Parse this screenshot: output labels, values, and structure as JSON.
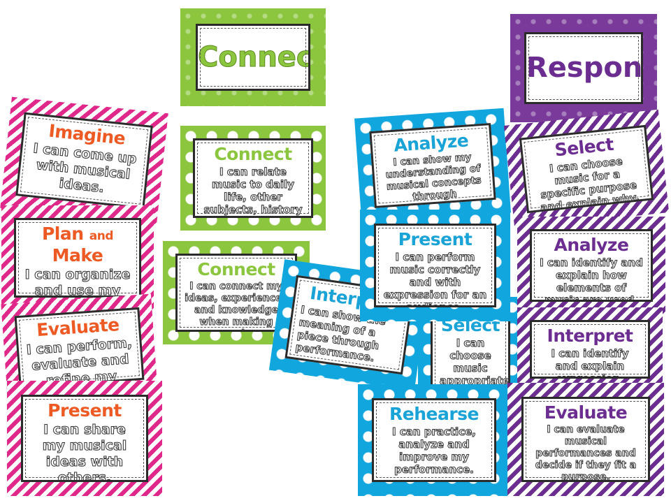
{
  "headers": {
    "connect": "Connect",
    "respond": "Respond"
  },
  "cards": {
    "imagine": {
      "title": "Imagine",
      "body": "I can come up with musical ideas."
    },
    "plan_make": {
      "title_a": "Plan",
      "title_b": "and",
      "title_c": "Make",
      "body": "I can organize and use my artistic ideas."
    },
    "evaluate_pink": {
      "title": "Evaluate",
      "body": "I can perform, evaluate and refine my artistic"
    },
    "present_pink": {
      "title": "Present",
      "body": "I can share my musical ideas with others."
    },
    "connect_1": {
      "title": "Connect",
      "body": "I can relate music to daily life, other subjects, history and cultures."
    },
    "connect_2": {
      "title": "Connect",
      "body": "I can connect my ideas, experiences and knowledge when making music."
    },
    "interpret_blue": {
      "title": "Interp",
      "body": "I can show the meaning of a piece through performance."
    },
    "analyze_blue": {
      "title": "Analyze",
      "body": "I can show my understanding of musical concepts through performance."
    },
    "present_blue": {
      "title": "Present",
      "body": "I can perform music correctly and with expression for an audience."
    },
    "select_blue": {
      "title": "Select",
      "body": "I can choose music appropriate for different"
    },
    "rehearse_blue": {
      "title": "Rehearse",
      "body": "I can practice, analyze and improve my performance."
    },
    "select_purple": {
      "title": "Select",
      "body": "I can choose music for a specific purpose and explain why."
    },
    "analyze_purple": {
      "title": "Analyze",
      "body": "I can identify and explain how elements of music are used."
    },
    "interpret_purple": {
      "title": "Interpret",
      "body": "I can identify and explain expression."
    },
    "evaluate_purple": {
      "title": "Evaluate",
      "body": "I can evaluate musical performances and decide if they fit a purpose."
    }
  }
}
